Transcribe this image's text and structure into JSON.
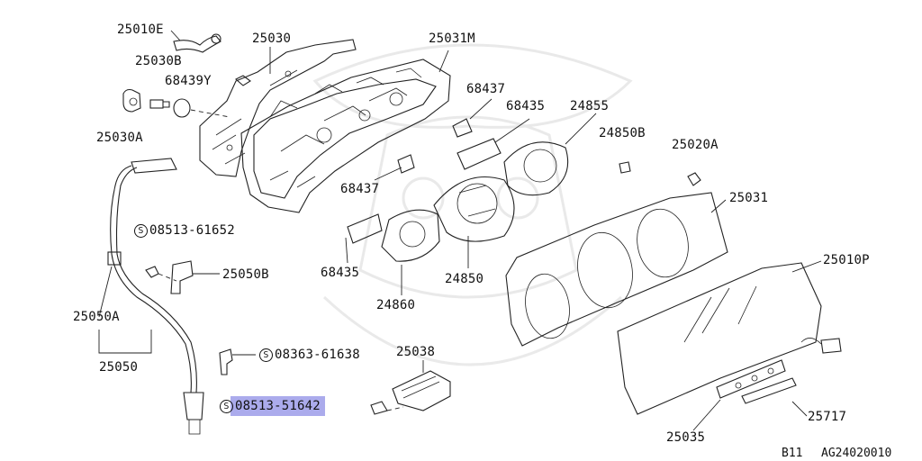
{
  "diagram": {
    "labels": {
      "p25010E": "25010E",
      "p25030": "25030",
      "p25031M": "25031M",
      "p25030B": "25030B",
      "p68439Y": "68439Y",
      "p25030A": "25030A",
      "p68437_top": "68437",
      "p68435_top": "68435",
      "p24855": "24855",
      "p24850B": "24850B",
      "p25020A": "25020A",
      "p68437_mid": "68437",
      "p25031": "25031",
      "s08513_61652": "08513-61652",
      "p25050B": "25050B",
      "p68435_mid": "68435",
      "p24850": "24850",
      "p25010P": "25010P",
      "p25050A": "25050A",
      "p24860": "24860",
      "p25050": "25050",
      "s08363_61638": "08363-61638",
      "p25038": "25038",
      "s08513_51642_a": "08513-516",
      "s08513_51642_b": "42",
      "p25717": "25717",
      "p25035": "25035"
    },
    "standard_part_symbol": "S",
    "footer": {
      "code_left": "B11",
      "code_right": "AG24020010"
    },
    "highlight_color": "#8f8fe6"
  }
}
